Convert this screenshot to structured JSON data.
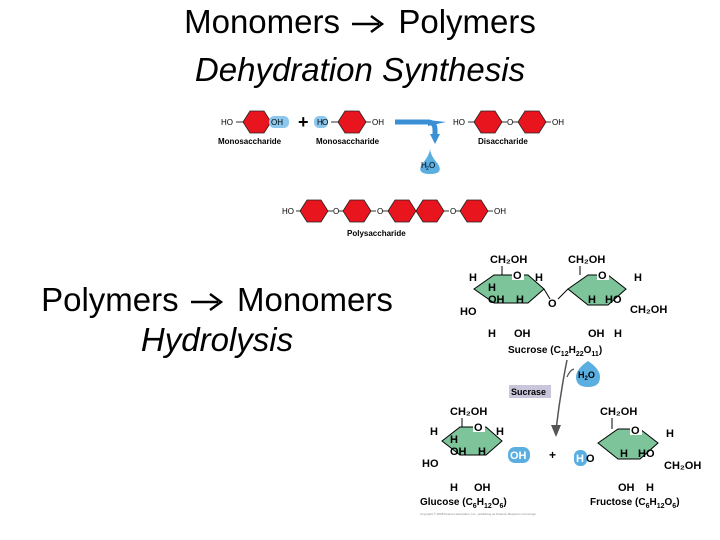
{
  "slide": {
    "title_line1_left": "Monomers",
    "title_line1_right": "Polymers",
    "title_line2": "Dehydration Synthesis",
    "hydrolysis_line1_left": "Polymers",
    "hydrolysis_line1_right": "Monomers",
    "hydrolysis_line2": "Hydrolysis"
  },
  "dehydration_figure": {
    "ho": "HO",
    "oh": "OH",
    "o": "O",
    "h": "H",
    "plus": "+",
    "monosaccharide_label": "Monosaccharide",
    "disaccharide_label": "Disaccharide",
    "polysaccharide_label": "Polysaccharide",
    "water": "H",
    "water_sub": "2",
    "water_o": "O"
  },
  "hydrolysis_figure": {
    "ch2oh": "CH₂OH",
    "h": "H",
    "o": "O",
    "oh": "OH",
    "ho": "HO",
    "sucrose_label": "Sucrose (C",
    "sucrose_sub1": "12",
    "sucrose_h": "H",
    "sucrose_sub2": "22",
    "sucrose_o": "O",
    "sucrose_sub3": "11",
    "sucrose_close": ")",
    "water": "H",
    "water_sub": "2",
    "water_o": "O",
    "enzyme": "Sucrase",
    "plus": "+",
    "glucose_label": "Glucose (C",
    "glucose_sub1": "6",
    "glucose_h": "H",
    "glucose_sub2": "12",
    "glucose_o": "O",
    "glucose_sub3": "6",
    "glucose_close": ")",
    "fructose_label": "Fructose (C",
    "fructose_sub1": "6",
    "fructose_h": "H",
    "fructose_sub2": "12",
    "fructose_o": "O",
    "fructose_sub3": "6",
    "fructose_close": ")",
    "copyright": "Copyright © 2008 Pearson Education, Inc., publishing as Pearson Benjamin Cummings."
  },
  "colors": {
    "hexagon_red": "#e8141e",
    "ring_green": "#7dc49a",
    "water_blue": "#5aaee0",
    "arrow_blue": "#3b8fd4",
    "enzyme_box": "#c9c6dc"
  }
}
